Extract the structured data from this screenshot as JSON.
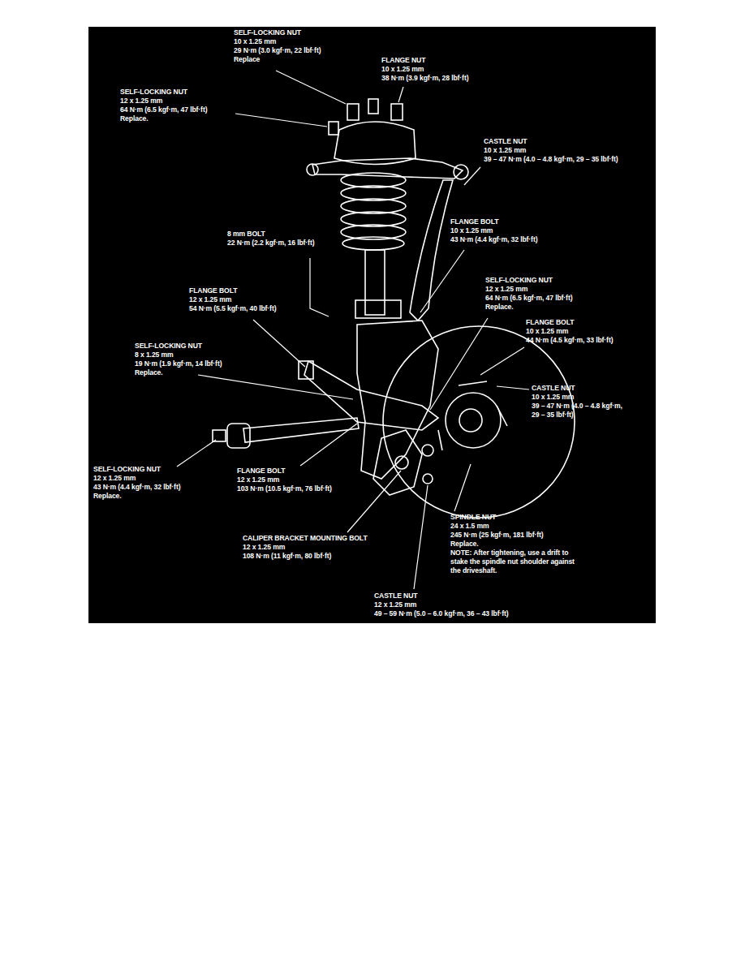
{
  "diagram": {
    "labels": [
      "SELF-LOCKING NUT",
      "10 x 1.25 mm",
      "29 N·m (3.0 kgf·m, 22 lbf·ft)",
      "Replace",
      "FLANGE NUT",
      "10 x 1.25 mm",
      "38 N·m (3.9 kgf·m, 28 lbf·ft)",
      "SELF-LOCKING NUT",
      "12 x 1.25 mm",
      "64 N·m (6.5 kgf·m, 47 lbf·ft)",
      "Replace.",
      "CASTLE NUT",
      "10 x 1.25 mm",
      "39 – 47 N·m (4.0 – 4.8 kgf·m, 29 – 35 lbf·ft)",
      "FLANGE BOLT",
      "10 x 1.25 mm",
      "43 N·m (4.4 kgf·m, 32 lbf·ft)",
      "8 mm BOLT",
      "22 N·m (2.2 kgf·m, 16 lbf·ft)",
      "SELF-LOCKING NUT",
      "12 x 1.25 mm",
      "64 N·m (6.5 kgf·m, 47 lbf·ft)",
      "Replace.",
      "FLANGE BOLT",
      "12 x 1.25 mm",
      "54 N·m (5.5 kgf·m, 40 lbf·ft)",
      "FLANGE BOLT",
      "10 x 1.25 mm",
      "44 N·m (4.5 kgf·m, 33 lbf·ft)",
      "SELF-LOCKING NUT",
      "8 x 1.25 mm",
      "19 N·m (1.9 kgf·m, 14 lbf·ft)",
      "Replace.",
      "CASTLE NUT",
      "10 x 1.25 mm",
      "39 – 47 N·m (4.0 – 4.8 kgf·m,",
      "29 – 35 lbf·ft)",
      "SELF-LOCKING NUT",
      "12 x 1.25 mm",
      "43 N·m (4.4 kgf·m, 32 lbf·ft)",
      "Replace.",
      "FLANGE BOLT",
      "12 x 1.25 mm",
      "103 N·m (10.5 kgf·m, 76 lbf·ft)",
      "SPINDLE NUT",
      "24 x 1.5 mm",
      "245 N·m (25 kgf·m, 181 lbf·ft)",
      "Replace.",
      "NOTE:  After tightening, use a drift to",
      "stake the spindle nut shoulder against",
      "the driveshaft.",
      "CALIPER BRACKET MOUNTING BOLT",
      "12 x 1.25 mm",
      "108 N·m (11 kgf·m, 80 lbf·ft)",
      "CASTLE NUT",
      "12 x 1.25 mm",
      "49 – 59 N·m (5.0 – 6.0 kgf·m, 36 – 43 lbf·ft)"
    ]
  }
}
